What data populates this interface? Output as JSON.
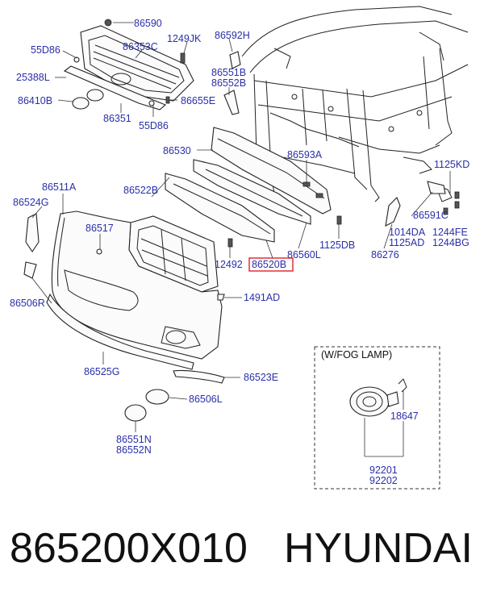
{
  "labels": {
    "l86590": "86590",
    "l55D86a": "55D86",
    "l86353C": "86353C",
    "l1249JK": "1249JK",
    "l86592H": "86592H",
    "l25388L": "25388L",
    "l86551B": "86551B",
    "l86552B": "86552B",
    "l86410B": "86410B",
    "l86655E": "86655E",
    "l86351": "86351",
    "l55D86b": "55D86",
    "l86530": "86530",
    "l86593A": "86593A",
    "l1125KD": "1125KD",
    "l86511A": "86511A",
    "l86522B": "86522B",
    "l86524G": "86524G",
    "l86591C": "86591C",
    "l86517": "86517",
    "l1014DA": "1014DA",
    "l1244FE": "1244FE",
    "l1125AD": "1125AD",
    "l1244BG": "1244BG",
    "l1125DB": "1125DB",
    "l86560L": "86560L",
    "l86276": "86276",
    "l12492": "12492",
    "l86520B": "86520B",
    "l1491AD": "1491AD",
    "l86506R": "86506R",
    "l86525G": "86525G",
    "l86523E": "86523E",
    "l86506L": "86506L",
    "l86551N": "86551N",
    "l86552N": "86552N",
    "l18647": "18647",
    "l92201": "92201",
    "l92202": "92202"
  },
  "inset": {
    "title": "(W/FOG LAMP)"
  },
  "footer": {
    "part_number": "865200X010",
    "brand": "HYUNDAI"
  },
  "colors": {
    "label": "#2a2fa8",
    "highlight": "#e0202a"
  }
}
